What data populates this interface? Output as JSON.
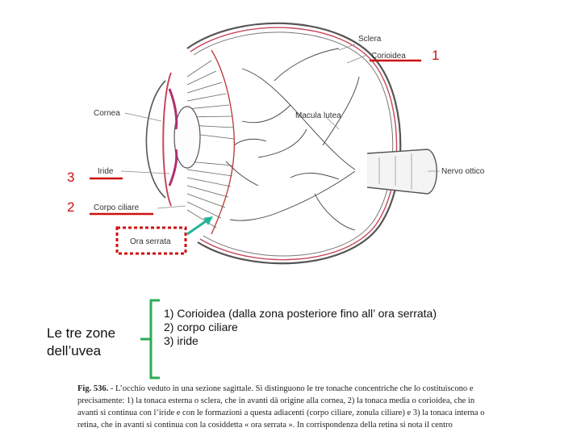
{
  "labels": {
    "sclera": "Sclera",
    "corioidea": "Corioidea",
    "cornea": "Cornea",
    "macula": "Macula lutea",
    "iride": "Iride",
    "nervo": "Nervo ottico",
    "corpo": "Corpo ciliare",
    "ora": "Ora serrata"
  },
  "numbers": {
    "n1": "1",
    "n2": "2",
    "n3": "3"
  },
  "title": {
    "line1": "Le tre zone",
    "line2": "dell’uvea"
  },
  "list": [
    "1)   Corioidea (dalla zona posteriore  fino all’ ora  serrata)",
    "2)   corpo  ciliare",
    "3)   iride"
  ],
  "caption": {
    "fig": "Fig. 536.",
    "text": " - L’occhio veduto in una sezione sagittale. Si distinguono le tre tonache concentriche che lo costituiscono e precisamente: 1) la tonaca esterna o sclera, che in avanti dà origine alla cornea, 2) la tonaca media o corioidea, che in avanti si continua con l’iride e con le formazioni a questa adiacenti (corpo ciliare, zonula ciliare) e 3) la tonaca interna o retina, che in avanti si continua con la cosiddetta « ora serrata ». In corrispondenza della retina si nota il centro"
  },
  "colors": {
    "annotation_red": "#cc1111",
    "arrow_teal": "#22b59a",
    "bracket_green": "#2eaa55",
    "choroid_red": "#c8475a"
  }
}
